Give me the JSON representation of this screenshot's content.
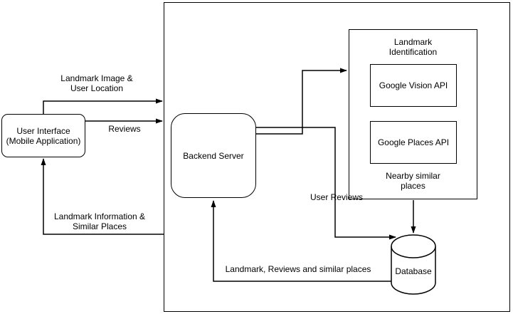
{
  "diagram": {
    "background_color": "#ffffff",
    "stroke_color": "#000000",
    "text_color": "#000000",
    "nodes": {
      "user_interface": {
        "lines": [
          "User Interface",
          "(Mobile Application)"
        ]
      },
      "backend_server": {
        "label": "Backend Server"
      },
      "landmark_identification": {
        "title_lines": [
          "Landmark",
          "Identification"
        ]
      },
      "google_vision_api": {
        "label": "Google Vision API"
      },
      "google_places_api": {
        "label": "Google Places API"
      },
      "nearby_similar_places": {
        "lines": [
          "Nearby similar",
          "places"
        ]
      },
      "database": {
        "label": "Database"
      }
    },
    "edge_labels": {
      "landmark_image": {
        "lines": [
          "Landmark Image &",
          "User Location"
        ]
      },
      "reviews": {
        "label": "Reviews"
      },
      "landmark_information": {
        "lines": [
          "Landmark Information &",
          "Similar Places"
        ]
      },
      "user_reviews": {
        "label": "User Reviews"
      },
      "landmark_reviews_similar": {
        "label": "Landmark, Reviews and similar places"
      }
    }
  }
}
